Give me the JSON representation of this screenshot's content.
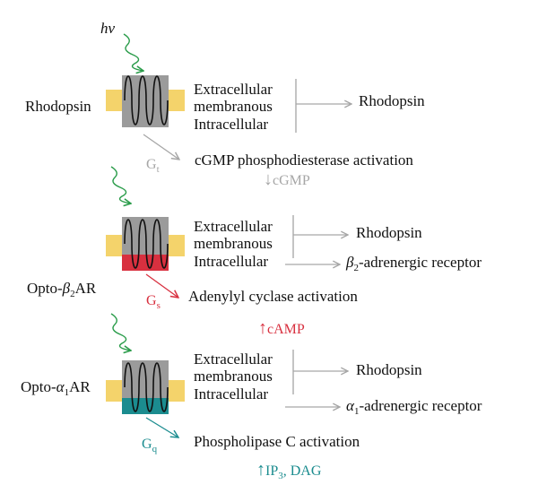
{
  "colors": {
    "photon": "#2a9c4a",
    "membrane": "#f4d36b",
    "receptor_box": "#9b9b9b",
    "helix": "#111111",
    "text": "#111111",
    "gt_path": "#a6a6a6",
    "gs_path": "#d8303f",
    "gq_path": "#1b8c8f"
  },
  "photon_symbol": "hν",
  "panels": [
    {
      "receptor_name": "Rhodopsin",
      "receptor_name_sub": "",
      "receptor_name_suffix": "",
      "domains": [
        "Extracellular",
        "membranous",
        "Intracellular"
      ],
      "origin_top": "Rhodopsin",
      "origin_bottom_prefix": "",
      "origin_bottom_sub": "",
      "origin_bottom_suffix": "",
      "gprotein": "G",
      "gprotein_sub": "t",
      "activation": "cGMP phosphodiesterase activation",
      "messenger_arrow": "↓",
      "messenger": "cGMP",
      "messenger_sub": "",
      "messenger_suffix": ""
    },
    {
      "receptor_name": "Opto-",
      "receptor_name_sub": "2",
      "receptor_name_greek": "β",
      "receptor_name_suffix": "AR",
      "domains": [
        "Extracellular",
        "membranous",
        "Intracellular"
      ],
      "origin_top": "Rhodopsin",
      "origin_bottom_prefix": "β",
      "origin_bottom_sub": "2",
      "origin_bottom_suffix": "-adrenergic receptor",
      "gprotein": "G",
      "gprotein_sub": "s",
      "activation": "Adenylyl cyclase activation",
      "messenger_arrow": "↑",
      "messenger": "cAMP",
      "messenger_sub": "",
      "messenger_suffix": ""
    },
    {
      "receptor_name": "Opto-",
      "receptor_name_sub": "1",
      "receptor_name_greek": "α",
      "receptor_name_suffix": "AR",
      "domains": [
        "Extracellular",
        "membranous",
        "Intracellular"
      ],
      "origin_top": "Rhodopsin",
      "origin_bottom_prefix": "α",
      "origin_bottom_sub": "1",
      "origin_bottom_suffix": "-adrenergic receptor",
      "gprotein": "G",
      "gprotein_sub": "q",
      "activation": "Phospholipase C activation",
      "messenger_arrow": "↑",
      "messenger": "IP",
      "messenger_sub": "3",
      "messenger_suffix": ", DAG"
    }
  ]
}
